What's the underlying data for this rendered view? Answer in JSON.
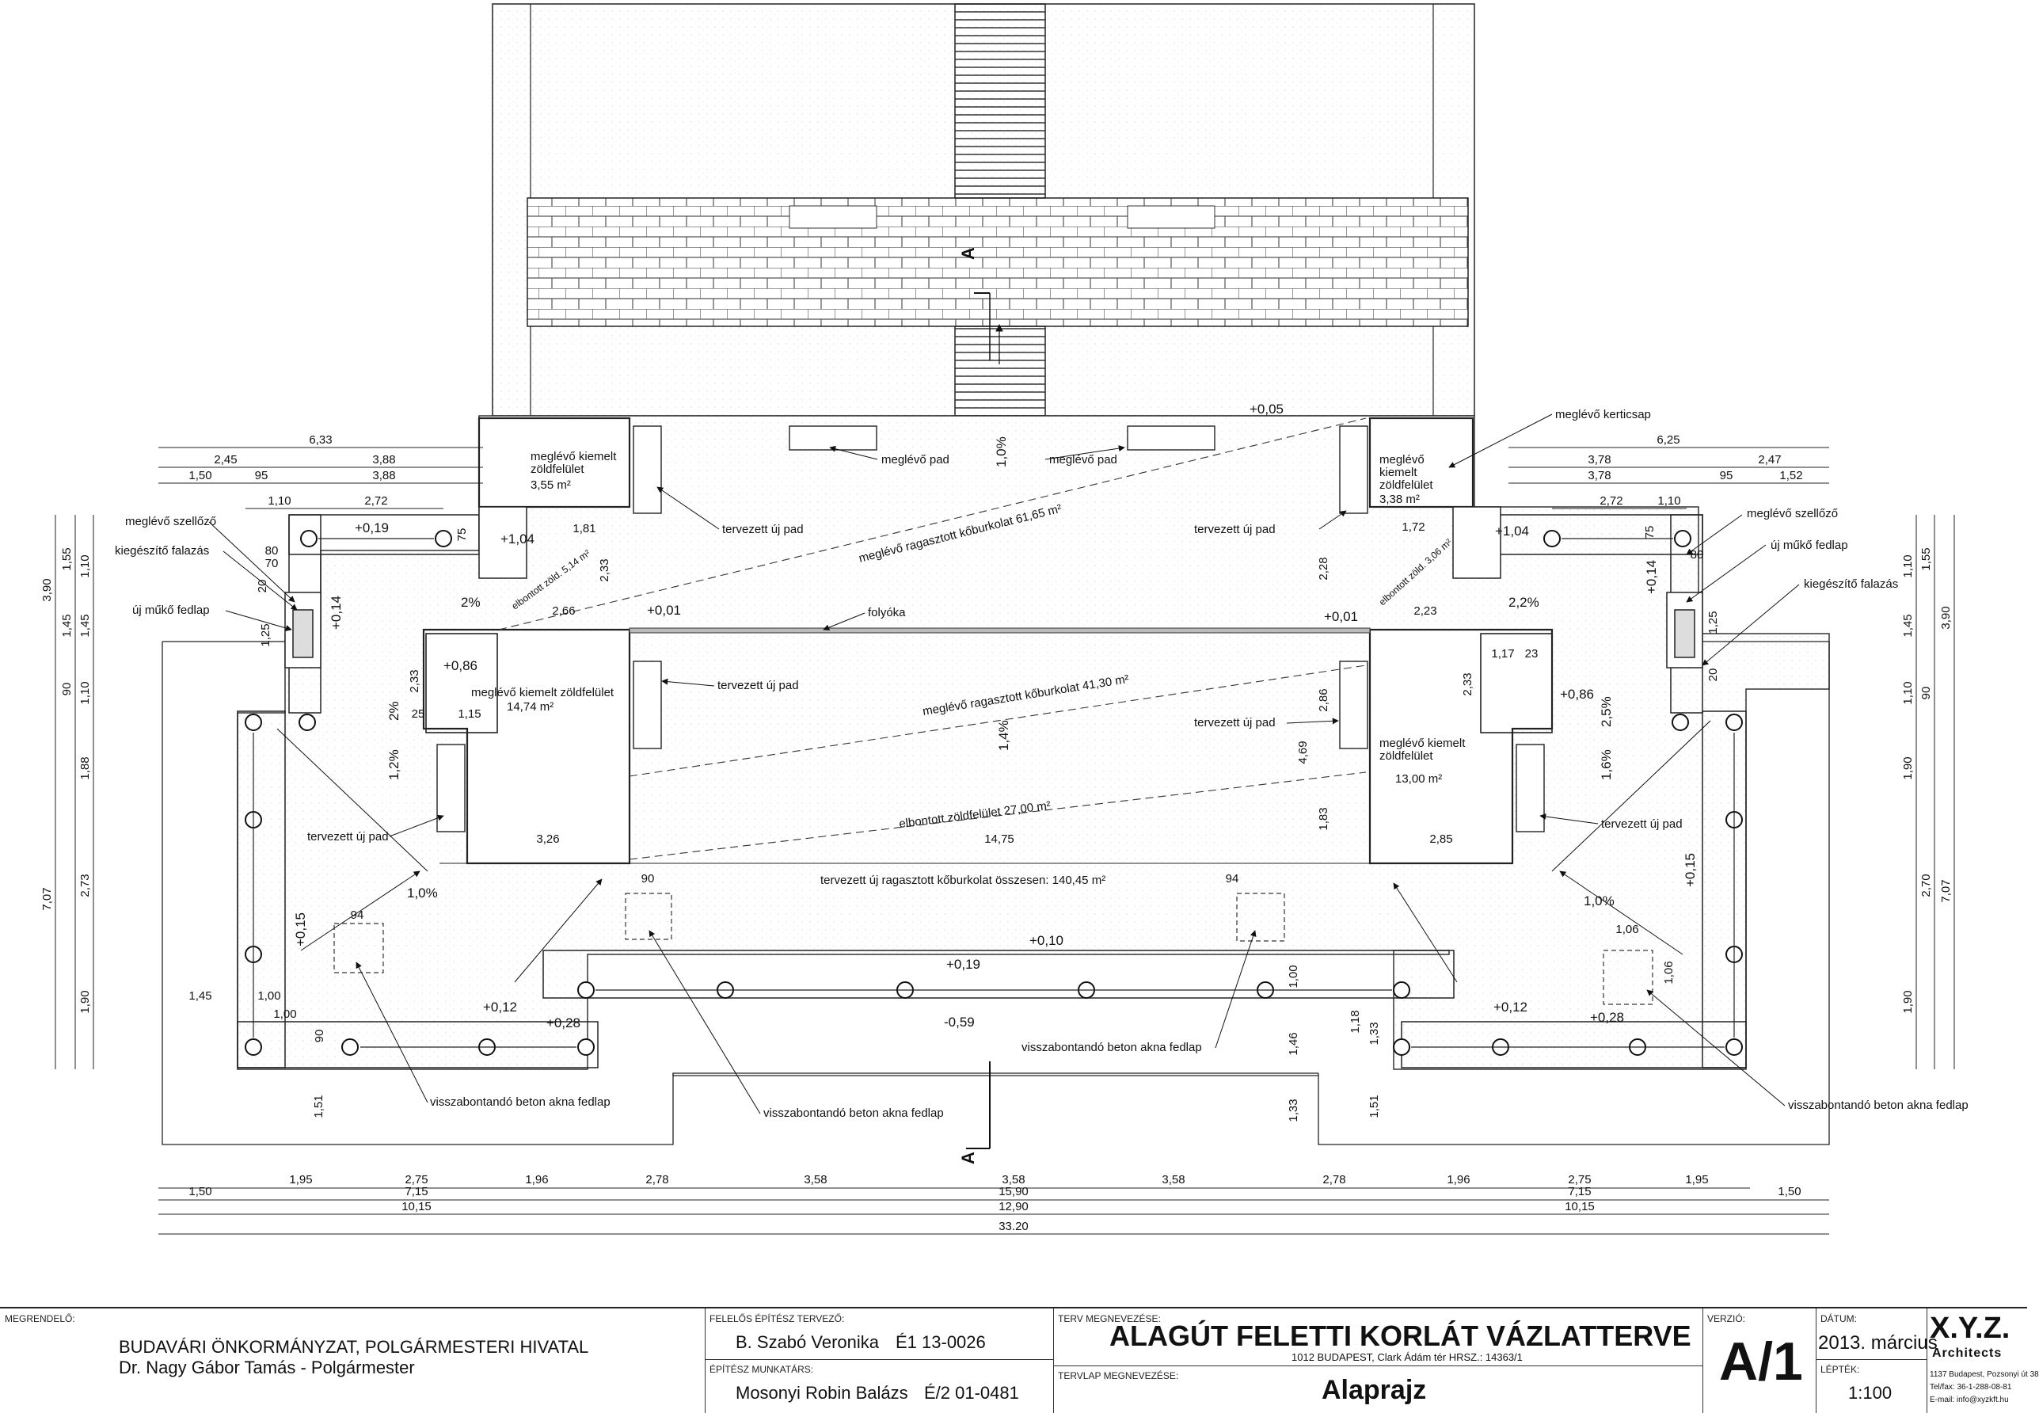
{
  "plan": {
    "section_marker": "A",
    "labels": {
      "existing_bench": "meglévő pad",
      "planned_bench": "tervezett új pad",
      "existing_vent": "meglévő szellőző",
      "supplementary_wall": "kiegészítő falazás",
      "new_stone_cover": "új műkő fedlap",
      "curb_cap": "meglévő kerticsap",
      "drain": "folyóka",
      "manhole_cover": "visszabontandó beton akna fedlap",
      "green_raised_left_top": [
        "meglévő kiemelt",
        "zöldfelület",
        "3,55 m²"
      ],
      "green_raised_right_top": [
        "meglévő",
        "kiemelt",
        "zöldfelület",
        "3,38 m²"
      ],
      "green_raised_left": [
        "meglévő kiemelt zöldfelület",
        "14,74 m²"
      ],
      "green_raised_right": [
        "meglévő kiemelt",
        "zöldfelület",
        "13,00 m²"
      ],
      "paving_1": "meglévő ragasztott kőburkolat 61,65 m²",
      "paving_2": "meglévő ragasztott kőburkolat 41,30 m²",
      "removed_green_1": "elbontott zöldfelület 27,00 m²",
      "removed_green_2": "elbontott zöld. 5,14 m²",
      "removed_green_3": "elbontott zöld. 3,06 m²",
      "total_paving": "tervezett új ragasztott kőburkolat összesen: 140,45 m²"
    },
    "levels": [
      "+0,05",
      "+0,19",
      "+1,04",
      "+0,01",
      "+0,86",
      "+0,14",
      "+0,15",
      "+0,10",
      "+0,12",
      "+0,28",
      "-0,59",
      "+0,19",
      "+1,04",
      "+0,01",
      "+0,86",
      "+0,14",
      "+0,15",
      "+0,12",
      "+0,28"
    ],
    "slopes": [
      "1,0%",
      "2%",
      "2%",
      "1,2%",
      "1,0%",
      "1,4%",
      "2,2%",
      "2,5%",
      "1,6%",
      "1,0%"
    ],
    "dims_bottom_row1": [
      "1,95",
      "2,75",
      "1,96",
      "2,78",
      "3,58",
      "3,58",
      "3,58",
      "2,78",
      "1,96",
      "2,75",
      "1,95"
    ],
    "dims_bottom_row2": [
      "1,50",
      "7,15",
      "15,90",
      "7,15",
      "1,50"
    ],
    "dims_bottom_row3": [
      "10,15",
      "12,90",
      "10,15"
    ],
    "dims_bottom_total": "33.20",
    "dims_left_top": [
      "6,33",
      "2,45",
      "3,88",
      "1,50",
      "95",
      "3,88",
      "1,10",
      "2,72"
    ],
    "dims_right_top": [
      "6,25",
      "3,78",
      "2,47",
      "3,78",
      "95",
      "1,52",
      "2,72",
      "1,10"
    ],
    "dims_left_vert": [
      "3,90",
      "1,55",
      "1,10",
      "1,45",
      "1,45",
      "90",
      "1,10",
      "1,88",
      "7,07",
      "2,73",
      "1,90"
    ],
    "dims_right_vert": [
      "1,10",
      "1,55",
      "1,45",
      "3,90",
      "1,10",
      "90",
      "1,90",
      "2,70",
      "7,07",
      "1,90"
    ],
    "dims_misc": [
      "1,81",
      "2,66",
      "2,33",
      "1,15",
      "25",
      "2,33",
      "3,26",
      "14,75",
      "2,85",
      "1,72",
      "2,23",
      "1,17",
      "23",
      "2,33",
      "2,28",
      "2,86",
      "4,69",
      "1,83",
      "90",
      "94",
      "94",
      "1,06",
      "1,06",
      "1,00",
      "1,18",
      "1,33",
      "1,46",
      "1,00",
      "1,33",
      "1,51",
      "1,51",
      "1,45",
      "1,00",
      "90",
      "75",
      "80",
      "70",
      "20",
      "1,25",
      "75",
      "80",
      "1,25",
      "20"
    ]
  },
  "titleblock": {
    "client_caption": "MEGRENDELŐ:",
    "client_line1": "BUDAVÁRI ÖNKORMÁNYZAT, POLGÁRMESTERI HIVATAL",
    "client_line2": "Dr. Nagy Gábor Tamás - Polgármester",
    "architect_caption": "FELELŐS ÉPÍTÉSZ TERVEZŐ:",
    "architect_name": "B. Szabó Veronika",
    "architect_id": "É1 13-0026",
    "assistant_caption": "ÉPÍTÉSZ MUNKATÁRS:",
    "assistant_name": "Mosonyi Robin Balázs",
    "assistant_id": "É/2 01-0481",
    "plan_caption": "TERV MEGNEVEZÉSE:",
    "plan_title": "ALAGÚT FELETTI KORLÁT VÁZLATTERVE",
    "plan_address": "1012 BUDAPEST, Clark Ádám tér HRSZ.: 14363/1",
    "sheet_caption": "TERVLAP MEGNEVEZÉSE:",
    "sheet_title": "Alaprajz",
    "version_caption": "VERZIÓ:",
    "version": "A/1",
    "date_caption": "DÁTUM:",
    "date": "2013. március",
    "scale_caption": "LÉPTÉK:",
    "scale": "1:100",
    "firm_logo": "X.Y.Z.",
    "firm_sub": "Architects",
    "firm_address": "1137 Budapest, Pozsonyi út 38",
    "firm_phone": "Tel/fax: 36-1-288-08-81",
    "firm_email": "E-mail: info@xyzkft.hu"
  }
}
